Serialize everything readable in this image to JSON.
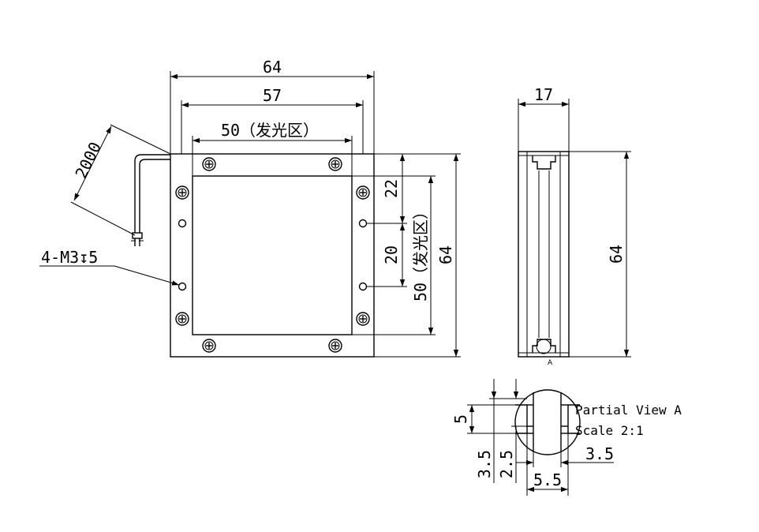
{
  "front_view": {
    "width_overall": "64",
    "width_screw": "57",
    "emit_width": "50（发光区）",
    "cable_length": "2000",
    "thread_spec": "4-M3↧5",
    "pitch_top": "22",
    "pitch_mid": "20",
    "emit_height": "50（发光区）",
    "height_overall": "64"
  },
  "side_view": {
    "thickness": "17",
    "height": "64",
    "view_marker": "A"
  },
  "partial_view": {
    "title": "Partial View A",
    "scale": "Scale 2:1",
    "dim_slot": "5",
    "dim_left_a": "3.5",
    "dim_left_b": "2.5",
    "dim_right": "3.5",
    "dim_bottom": "5.5"
  }
}
